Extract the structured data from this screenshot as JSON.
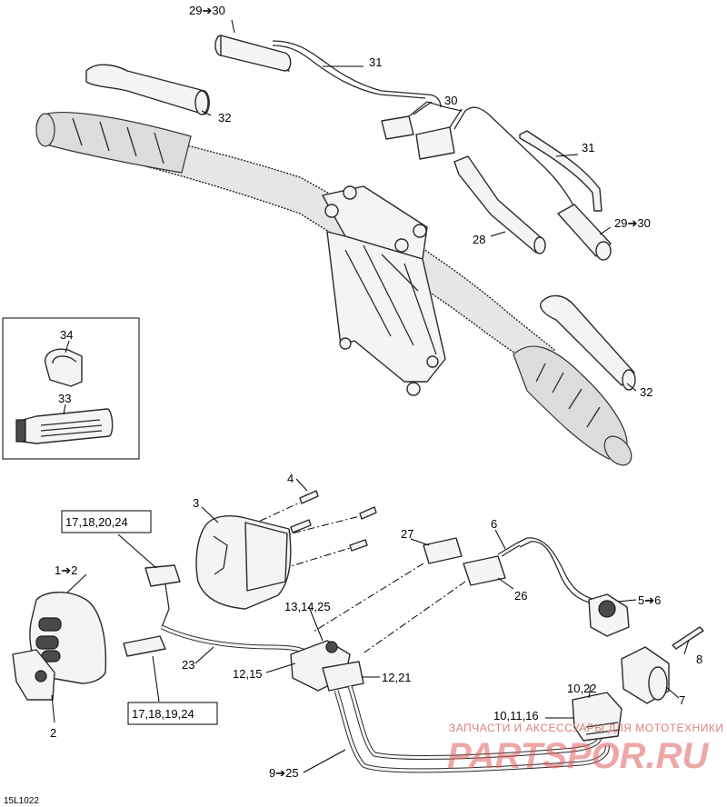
{
  "labels": {
    "l29_30_top": "29➔30",
    "l31_top": "31",
    "l32_left": "32",
    "l30": "30",
    "l31_right": "31",
    "l28": "28",
    "l29_30_right": "29➔30",
    "l32_right": "32",
    "l34": "34",
    "l33": "33",
    "l4": "4",
    "l3": "3",
    "l17_18_20_24": "17,18,20,24",
    "l1_2": "1➔2",
    "l2": "2",
    "l23": "23",
    "l17_18_19_24": "17,18,19,24",
    "l27": "27",
    "l6": "6",
    "l26": "26",
    "l13_14_25": "13,14,25",
    "l5_6": "5➔6",
    "l8": "8",
    "l12_15": "12,15",
    "l12_21": "12,21",
    "l7": "7",
    "l10_22": "10,22",
    "l10_11_16": "10,11,16",
    "l9_25": "9➔25"
  },
  "figure_code": "15L1022",
  "watermark": {
    "line1": "ЗАПЧАСТИ И АКСЕССУАРЫ ДЛЯ МОТОТЕХНИКИ",
    "logo": "PARTSPOR.RU"
  }
}
